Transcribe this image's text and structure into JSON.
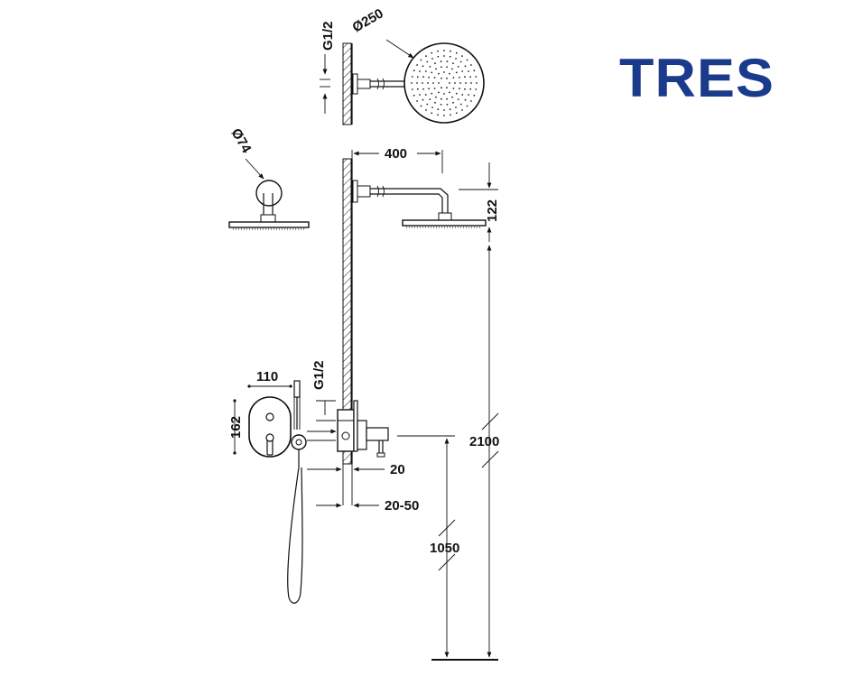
{
  "brand": {
    "name": "TRES",
    "color": "#1a3a8c"
  },
  "dimensions": {
    "thread_top": "G1/2",
    "head_diameter": "Ø250",
    "flange_diameter": "Ø74",
    "arm_length": "400",
    "head_drop": "122",
    "plate_width": "110",
    "plate_height": "162",
    "thread_valve": "G1/2",
    "wall_offset": "20",
    "recess_depth": "20-50",
    "valve_height": "1050",
    "total_height": "2100"
  }
}
